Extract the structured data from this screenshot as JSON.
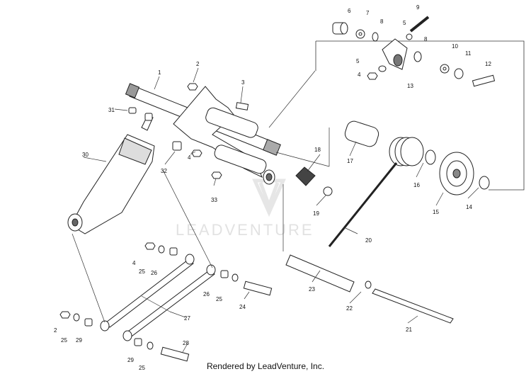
{
  "watermark": "LEADVENTURE",
  "footer": "Rendered by LeadVenture, Inc.",
  "callouts": {
    "c1": "1",
    "c2a": "2",
    "c2b": "2",
    "c3": "3",
    "c4a": "4",
    "c4b": "4",
    "c4c": "4",
    "c5a": "5",
    "c5b": "5",
    "c6": "6",
    "c7": "7",
    "c8a": "8",
    "c8b": "8",
    "c9": "9",
    "c10": "10",
    "c11": "11",
    "c12": "12",
    "c13": "13",
    "c14": "14",
    "c15": "15",
    "c16": "16",
    "c17": "17",
    "c18": "18",
    "c19": "19",
    "c20": "20",
    "c21": "21",
    "c22": "22",
    "c23": "23",
    "c24": "24",
    "c25a": "25",
    "c25b": "25",
    "c25c": "25",
    "c25d": "25",
    "c26a": "26",
    "c26b": "26",
    "c27": "27",
    "c28": "28",
    "c29a": "29",
    "c29b": "29",
    "c30": "30",
    "c31": "31",
    "c32": "32",
    "c33": "33"
  }
}
